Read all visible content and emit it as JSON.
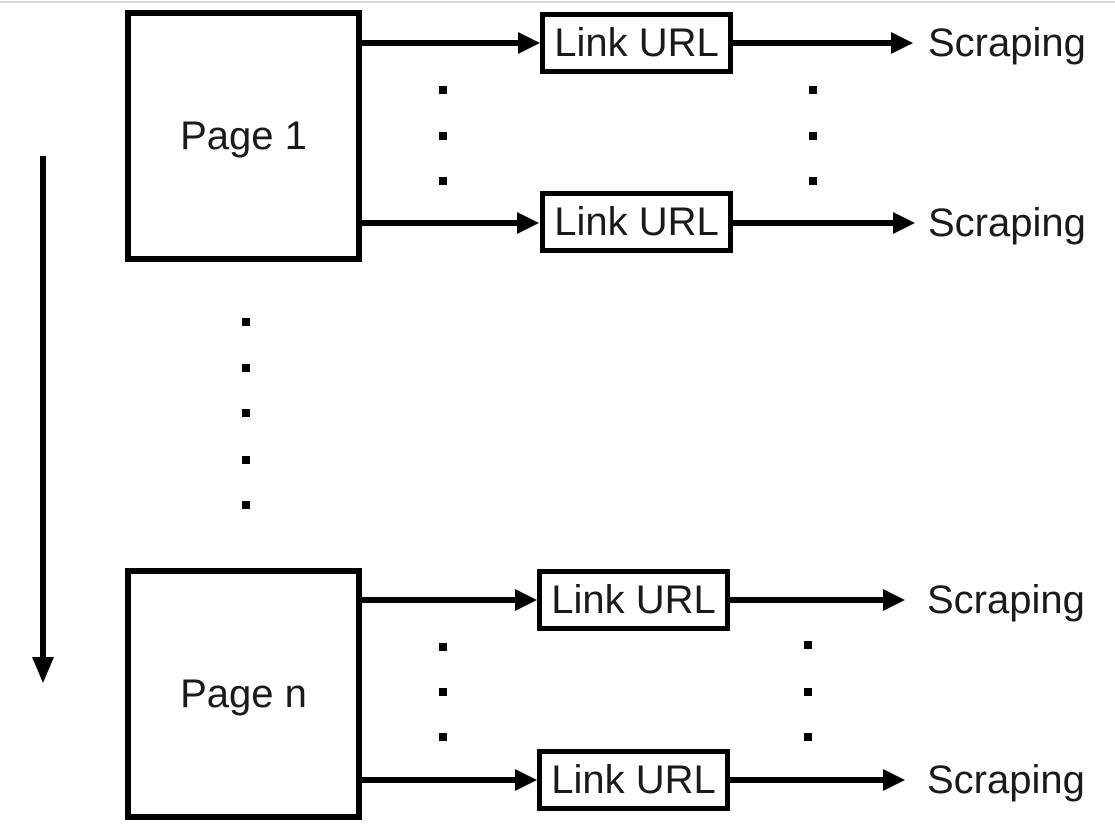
{
  "diagram": {
    "colors": {
      "background": "#ffffff",
      "line": "#000000",
      "text": "#1a1a1a",
      "top_rule": "#d9d9d9"
    },
    "sections": [
      {
        "page_label": "Page 1",
        "rows": [
          {
            "link_label": "Link URL",
            "output_label": "Scraping"
          },
          {
            "link_label": "Link URL",
            "output_label": "Scraping"
          }
        ]
      },
      {
        "page_label": "Page n",
        "rows": [
          {
            "link_label": "Link URL",
            "output_label": "Scraping"
          },
          {
            "link_label": "Link URL",
            "output_label": "Scraping"
          }
        ]
      }
    ],
    "ellipsis": {
      "row_gap_dot_count": 3,
      "page_gap_dot_count": 5
    }
  }
}
